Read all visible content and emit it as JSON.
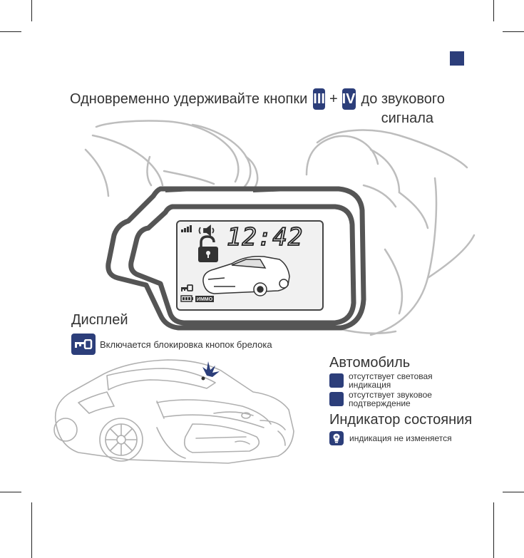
{
  "instruction": {
    "prefix": "Одновременно удерживайте кнопки",
    "key_a": "III",
    "plus": "+",
    "key_b": "IV",
    "suffix": "до звукового",
    "line2": "сигнала"
  },
  "lcd": {
    "time": "12:42",
    "immo_label": "ИММО"
  },
  "display_section": {
    "title": "Дисплей",
    "lock_text": "Включается блокировка кнопок брелока"
  },
  "auto_section": {
    "title": "Автомобиль",
    "items": [
      {
        "text": "отсутствует световая индикация"
      },
      {
        "text": "отсутствует звуковое подтверждение"
      }
    ]
  },
  "status_section": {
    "title": "Индикатор состояния",
    "text": "индикация не изменяется"
  },
  "colors": {
    "accent": "#2c3e7a",
    "outline": "#555555",
    "sketch": "#bdbdbd"
  },
  "icons": [
    "signal-icon",
    "speaker-icon",
    "lock-open-icon",
    "key-icon",
    "battery-icon",
    "car-icon",
    "flash-icon",
    "lightbulb-icon"
  ]
}
